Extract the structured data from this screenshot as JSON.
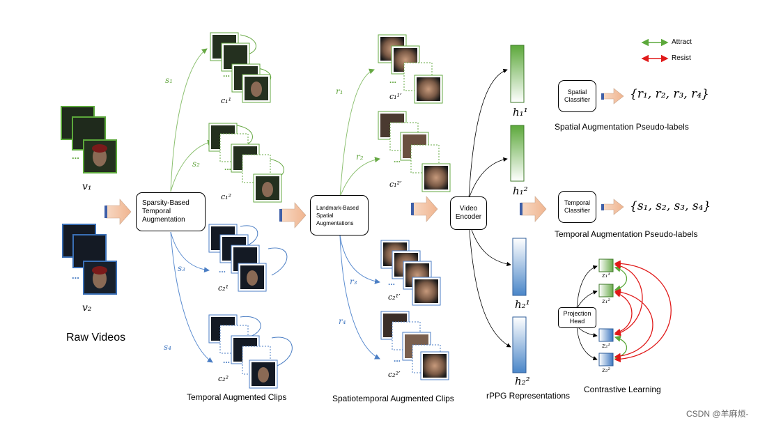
{
  "legend": {
    "attract": "Attract",
    "resist": "Resist",
    "attract_color": "#5ca83b",
    "resist_color": "#e01919"
  },
  "inputs": {
    "v1": "v₁",
    "v2": "v₂",
    "raw_videos": "Raw Videos",
    "ellipsis": "..."
  },
  "boxes": {
    "sparsity": "Sparsity-Based\nTemporal\nAugmentation",
    "landmark": "Landmark-Based\nSpatial\nAugmentations",
    "encoder": "Video\nEncoder",
    "spatial_classifier": "Spatial\nClassifier",
    "temporal_classifier": "Temporal\nClassifier",
    "projection_head": "Projection\nHead"
  },
  "temporal_branch": {
    "labels": [
      "s₁",
      "s₂",
      "s₃",
      "s₄"
    ],
    "clips": [
      "c₁¹",
      "c₁²",
      "c₂¹",
      "c₂²"
    ]
  },
  "spatial_branch": {
    "labels": [
      "r₁",
      "r₂",
      "r₃",
      "r₄"
    ],
    "clips": [
      "c₁¹′",
      "c₁²′",
      "c₂¹′",
      "c₂²′"
    ]
  },
  "representations": [
    "h₁¹",
    "h₁²",
    "h₂¹",
    "h₂²"
  ],
  "projections": [
    "z₁¹",
    "z₁²",
    "z₂¹",
    "z₂²"
  ],
  "pseudo_labels": {
    "spatial_set": "{r₁, r₂, r₃, r₄}",
    "spatial_caption": "Spatial Augmentation Pseudo-labels",
    "temporal_set": "{s₁, s₂, s₃, s₄}",
    "temporal_caption": "Temporal Augmentation Pseudo-labels"
  },
  "captions": {
    "temporal_clips": "Temporal Augmented Clips",
    "spatiotemporal_clips": "Spatiotemporal Augmented Clips",
    "rppg": "rPPG Representations",
    "contrastive": "Contrastive Learning"
  },
  "watermark": "CSDN @羊麻烦-",
  "colors": {
    "green": "#66a843",
    "blue": "#4b7ec4",
    "peach": "#f3c4a6",
    "frame_dark": "#1f2a1c"
  }
}
